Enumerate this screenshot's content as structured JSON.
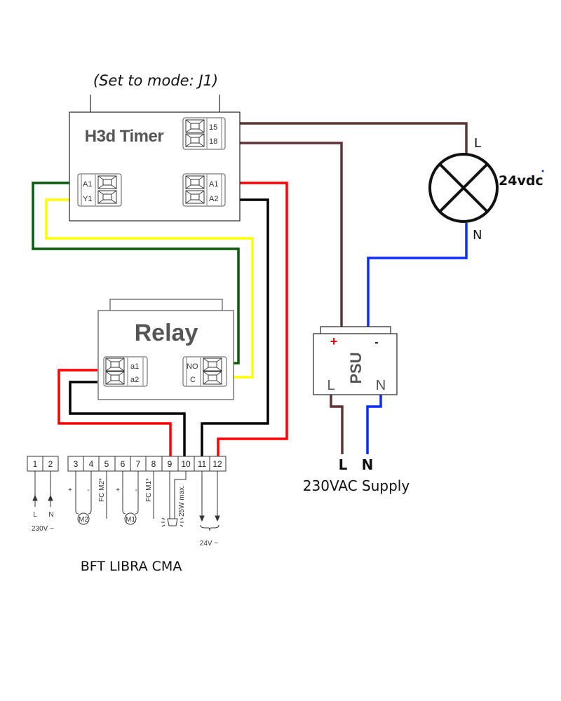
{
  "timer": {
    "mode_note": "(Set to mode: J1)",
    "title": "H3d Timer",
    "output_terminals": [
      "15",
      "18"
    ],
    "input_terminals": [
      "A1",
      "Y1"
    ],
    "power_terminals": [
      "A1",
      "A2"
    ]
  },
  "relay": {
    "title": "Relay",
    "coil_terminals": [
      "a1",
      "a2"
    ],
    "contact_terminals": [
      "NO",
      "C"
    ]
  },
  "psu": {
    "title": "PSU",
    "plus": "+",
    "minus": "-",
    "line": "L",
    "neutral": "N"
  },
  "lamp": {
    "voltage": "24vdc",
    "line": "L",
    "neutral": "N"
  },
  "supply": {
    "line": "L",
    "neutral": "N",
    "label": "230VAC Supply"
  },
  "controller": {
    "name": "BFT LIBRA CMA",
    "terminals": [
      "1",
      "2",
      "3",
      "4",
      "5",
      "6",
      "7",
      "8",
      "9",
      "10",
      "11",
      "12"
    ],
    "mains_labels": {
      "line": "L",
      "neutral": "N",
      "voltage": "230V ~"
    },
    "motor2": {
      "label": "M2",
      "plus": "+",
      "minus": "-",
      "limit": "FC M2*"
    },
    "motor1": {
      "label": "M1",
      "plus": "+",
      "minus": "-",
      "limit": "FC M1*"
    },
    "lamp_rating": "25W max.",
    "accessory_voltage": "24V ~"
  },
  "wire_colors": {
    "brown": "#5e3535",
    "blue": "#0a2cf5",
    "red": "#ff0000",
    "black": "#000000",
    "green": "#0a5a0a",
    "yellow": "#ffff00"
  }
}
